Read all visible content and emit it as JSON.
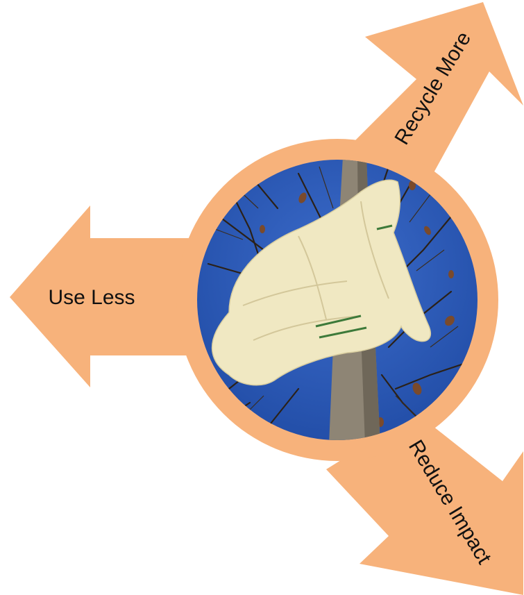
{
  "diagram": {
    "center_image": {
      "subject": "plastic bag caught in a bare tree against a blue sky"
    },
    "arrows": [
      {
        "label": "Recycle More",
        "direction": "up-right"
      },
      {
        "label": "Use Less",
        "direction": "left"
      },
      {
        "label": "Reduce Impact",
        "direction": "down-right"
      }
    ]
  },
  "colors": {
    "accent": "#F7B27B",
    "sky": "#2E5AB8",
    "trunk": "#8E8575",
    "bag": "#F0E8C2"
  }
}
